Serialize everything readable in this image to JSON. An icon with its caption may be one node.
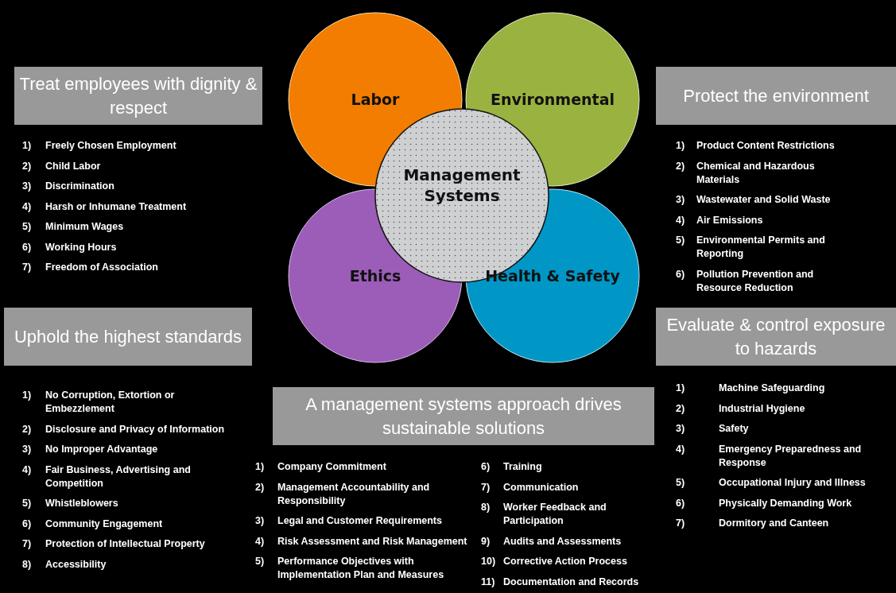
{
  "diagram": {
    "nodes": [
      {
        "text": [
          "Labor"
        ]
      },
      {
        "text": [
          "Environmental"
        ]
      },
      {
        "text": [
          "Ethics"
        ]
      },
      {
        "text": [
          "Health & Safety"
        ]
      },
      {
        "text": [
          "Management Systems"
        ]
      },
      {
        "text": [
          "Treat employees with dignity & respect"
        ],
        "beside": [
          "1)",
          "Freely Chosen Employment",
          "2)",
          "Child Labor",
          "3)",
          "Discrimination",
          "4)",
          "Harsh or Inhumane Treatment",
          "5)",
          "Minimum Wages",
          "6)",
          "Working Hours",
          "7)",
          "Freedom of Association"
        ]
      },
      {
        "text": [
          "Protect the environment"
        ],
        "beside": [
          "1)",
          "Product Content Restrictions",
          "2)",
          "Chemical and Hazardous Materials",
          "3)",
          "Wastewater and Solid Waste",
          "4)",
          "Air Emissions",
          "5)",
          "Environmental Permits and Reporting",
          "6)",
          "Pollution Prevention and Resource Reduction"
        ]
      },
      {
        "text": [
          "Uphold the highest standards"
        ],
        "beside": [
          "1)",
          "No Corruption, Extortion or Embezzlement",
          "2)",
          "Disclosure and Privacy of Information",
          "3)",
          "No Improper Advantage",
          "4)",
          "Fair Business, Advertising and Competition",
          "5)",
          "Whistleblowers",
          "6)",
          "Community Engagement",
          "7)",
          "Protection of Intellectual Property",
          "8)",
          "Accessibility"
        ]
      },
      {
        "text": [
          "A management systems  approach drives sustainable solutions"
        ],
        "beside": [
          "1)",
          "Company Commitment",
          "2)",
          "Management Accountability and Responsibility",
          "3)",
          "Legal and Customer Requirements",
          "4)",
          "Risk Assessment and Risk Management",
          "5)",
          "Performance Objectives with Implementation Plan and Measures",
          "6)",
          "Training",
          "7)",
          "Communication",
          "8)",
          "Worker Feedback and Participation",
          "9)",
          "Audits and Assessments",
          "10)",
          "Corrective Action Process",
          "11)",
          "Documentation and Records"
        ]
      },
      {
        "text": [
          "Evaluate & control exposure to hazards"
        ],
        "beside": [
          "1)",
          "Machine Safeguarding",
          "2)",
          "Industrial Hygiene",
          "3)",
          "Safety",
          "4)",
          "Emergency Preparedness and Response",
          "5)",
          "Occupational Injury and Illness",
          "6)",
          "Physically Demanding Work",
          "7)",
          "Dormitory and Canteen"
        ]
      }
    ],
    "edges": []
  }
}
